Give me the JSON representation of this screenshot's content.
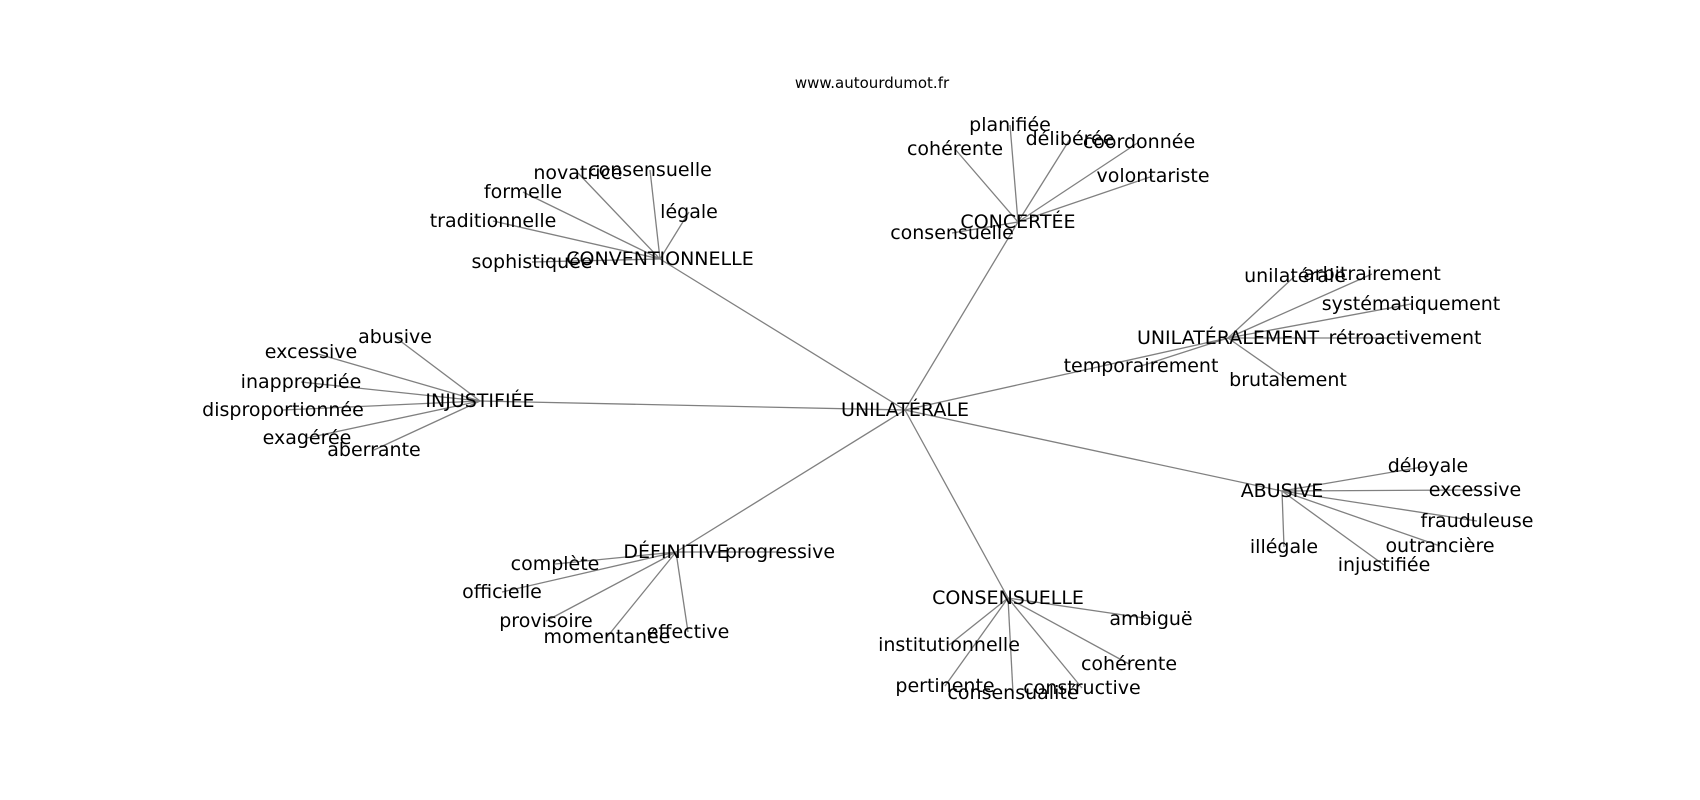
{
  "site": "www.autourdumot.fr",
  "colors": {
    "edge": "#808080",
    "text": "#000000",
    "background": "#ffffff"
  },
  "center": {
    "label": "UNILATÉRALE"
  },
  "clusters": [
    {
      "label": "CONVENTIONNELLE",
      "leaves": [
        "consensuelle",
        "novatrice",
        "formelle",
        "légale",
        "traditionnelle",
        "sophistiquée"
      ]
    },
    {
      "label": "CONCERTÉE",
      "leaves": [
        "planifiée",
        "délibérée",
        "cohérente",
        "coordonnée",
        "volontariste",
        "consensuelle"
      ]
    },
    {
      "label": "UNILATÉRALEMENT",
      "leaves": [
        "arbitrairement",
        "unilatérale",
        "systématiquement",
        "rétroactivement",
        "temporairement",
        "brutalement"
      ]
    },
    {
      "label": "INJUSTIFIÉE",
      "leaves": [
        "abusive",
        "excessive",
        "inappropriée",
        "disproportionnée",
        "exagérée",
        "aberrante"
      ]
    },
    {
      "label": "ABUSIVE",
      "leaves": [
        "déloyale",
        "excessive",
        "frauduleuse",
        "outrancière",
        "illégale",
        "injustifiée"
      ]
    },
    {
      "label": "DÉFINITIVE",
      "leaves": [
        "progressive",
        "complète",
        "officielle",
        "provisoire",
        "momentanée",
        "effective"
      ]
    },
    {
      "label": "CONSENSUELLE",
      "leaves": [
        "ambiguë",
        "institutionnelle",
        "cohérente",
        "constructive",
        "pertinente",
        "consensualité"
      ]
    }
  ]
}
